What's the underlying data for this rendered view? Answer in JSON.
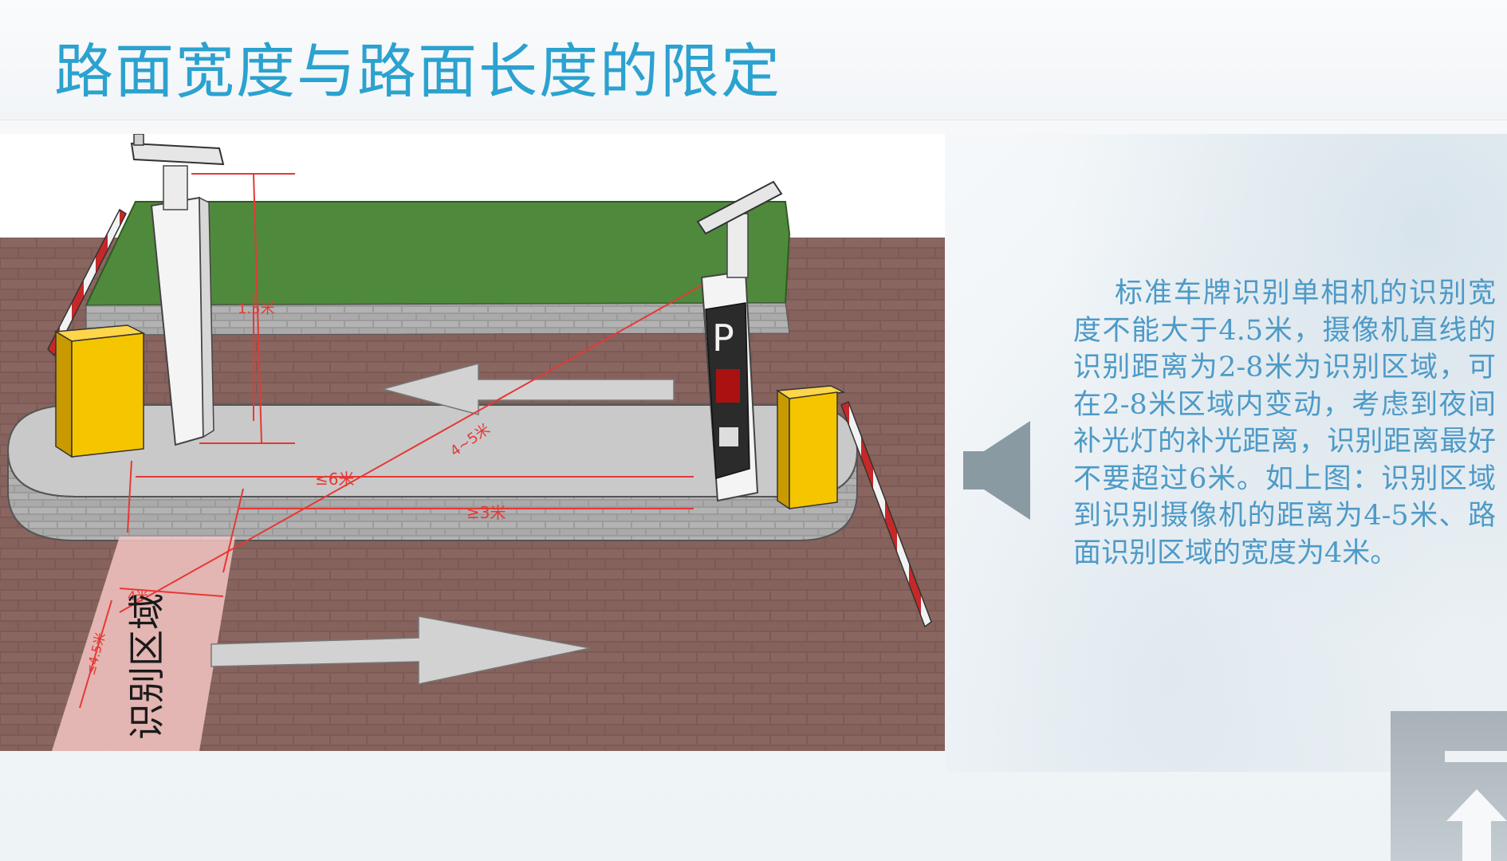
{
  "slide": {
    "title": "路面宽度与路面长度的限定",
    "description": "标准车牌识别单相机的识别宽度不能大于4.5米，摄像机直线的识别距离为2-8米为识别区域，可在2-8米区域内变动，考虑到夜间补光灯的补光距离，识别距离最好不要超过6米。如上图：识别区域到识别摄像机的距离为4-5米、路面识别区域的宽度为4米。"
  },
  "figure": {
    "labels": {
      "camera_height": "1.5米",
      "diagonal_distance": "4~5米",
      "max_length": "≤6米",
      "min_length": "≥3米",
      "zone_width": "4米",
      "zone_length": "≤4.5米",
      "recognition_zone": "识别区域",
      "parking_sign": "P"
    },
    "colors": {
      "accent_title": "#2ba2cf",
      "body_text": "#4d9ac7",
      "dimension_red": "#e53935",
      "grass": "#4f8a3c",
      "barrier_box": "#f5c500",
      "pavement": "#7f5c58"
    }
  },
  "icons": {
    "speaker": "speaker-icon",
    "corner": "arrow-up-icon"
  }
}
